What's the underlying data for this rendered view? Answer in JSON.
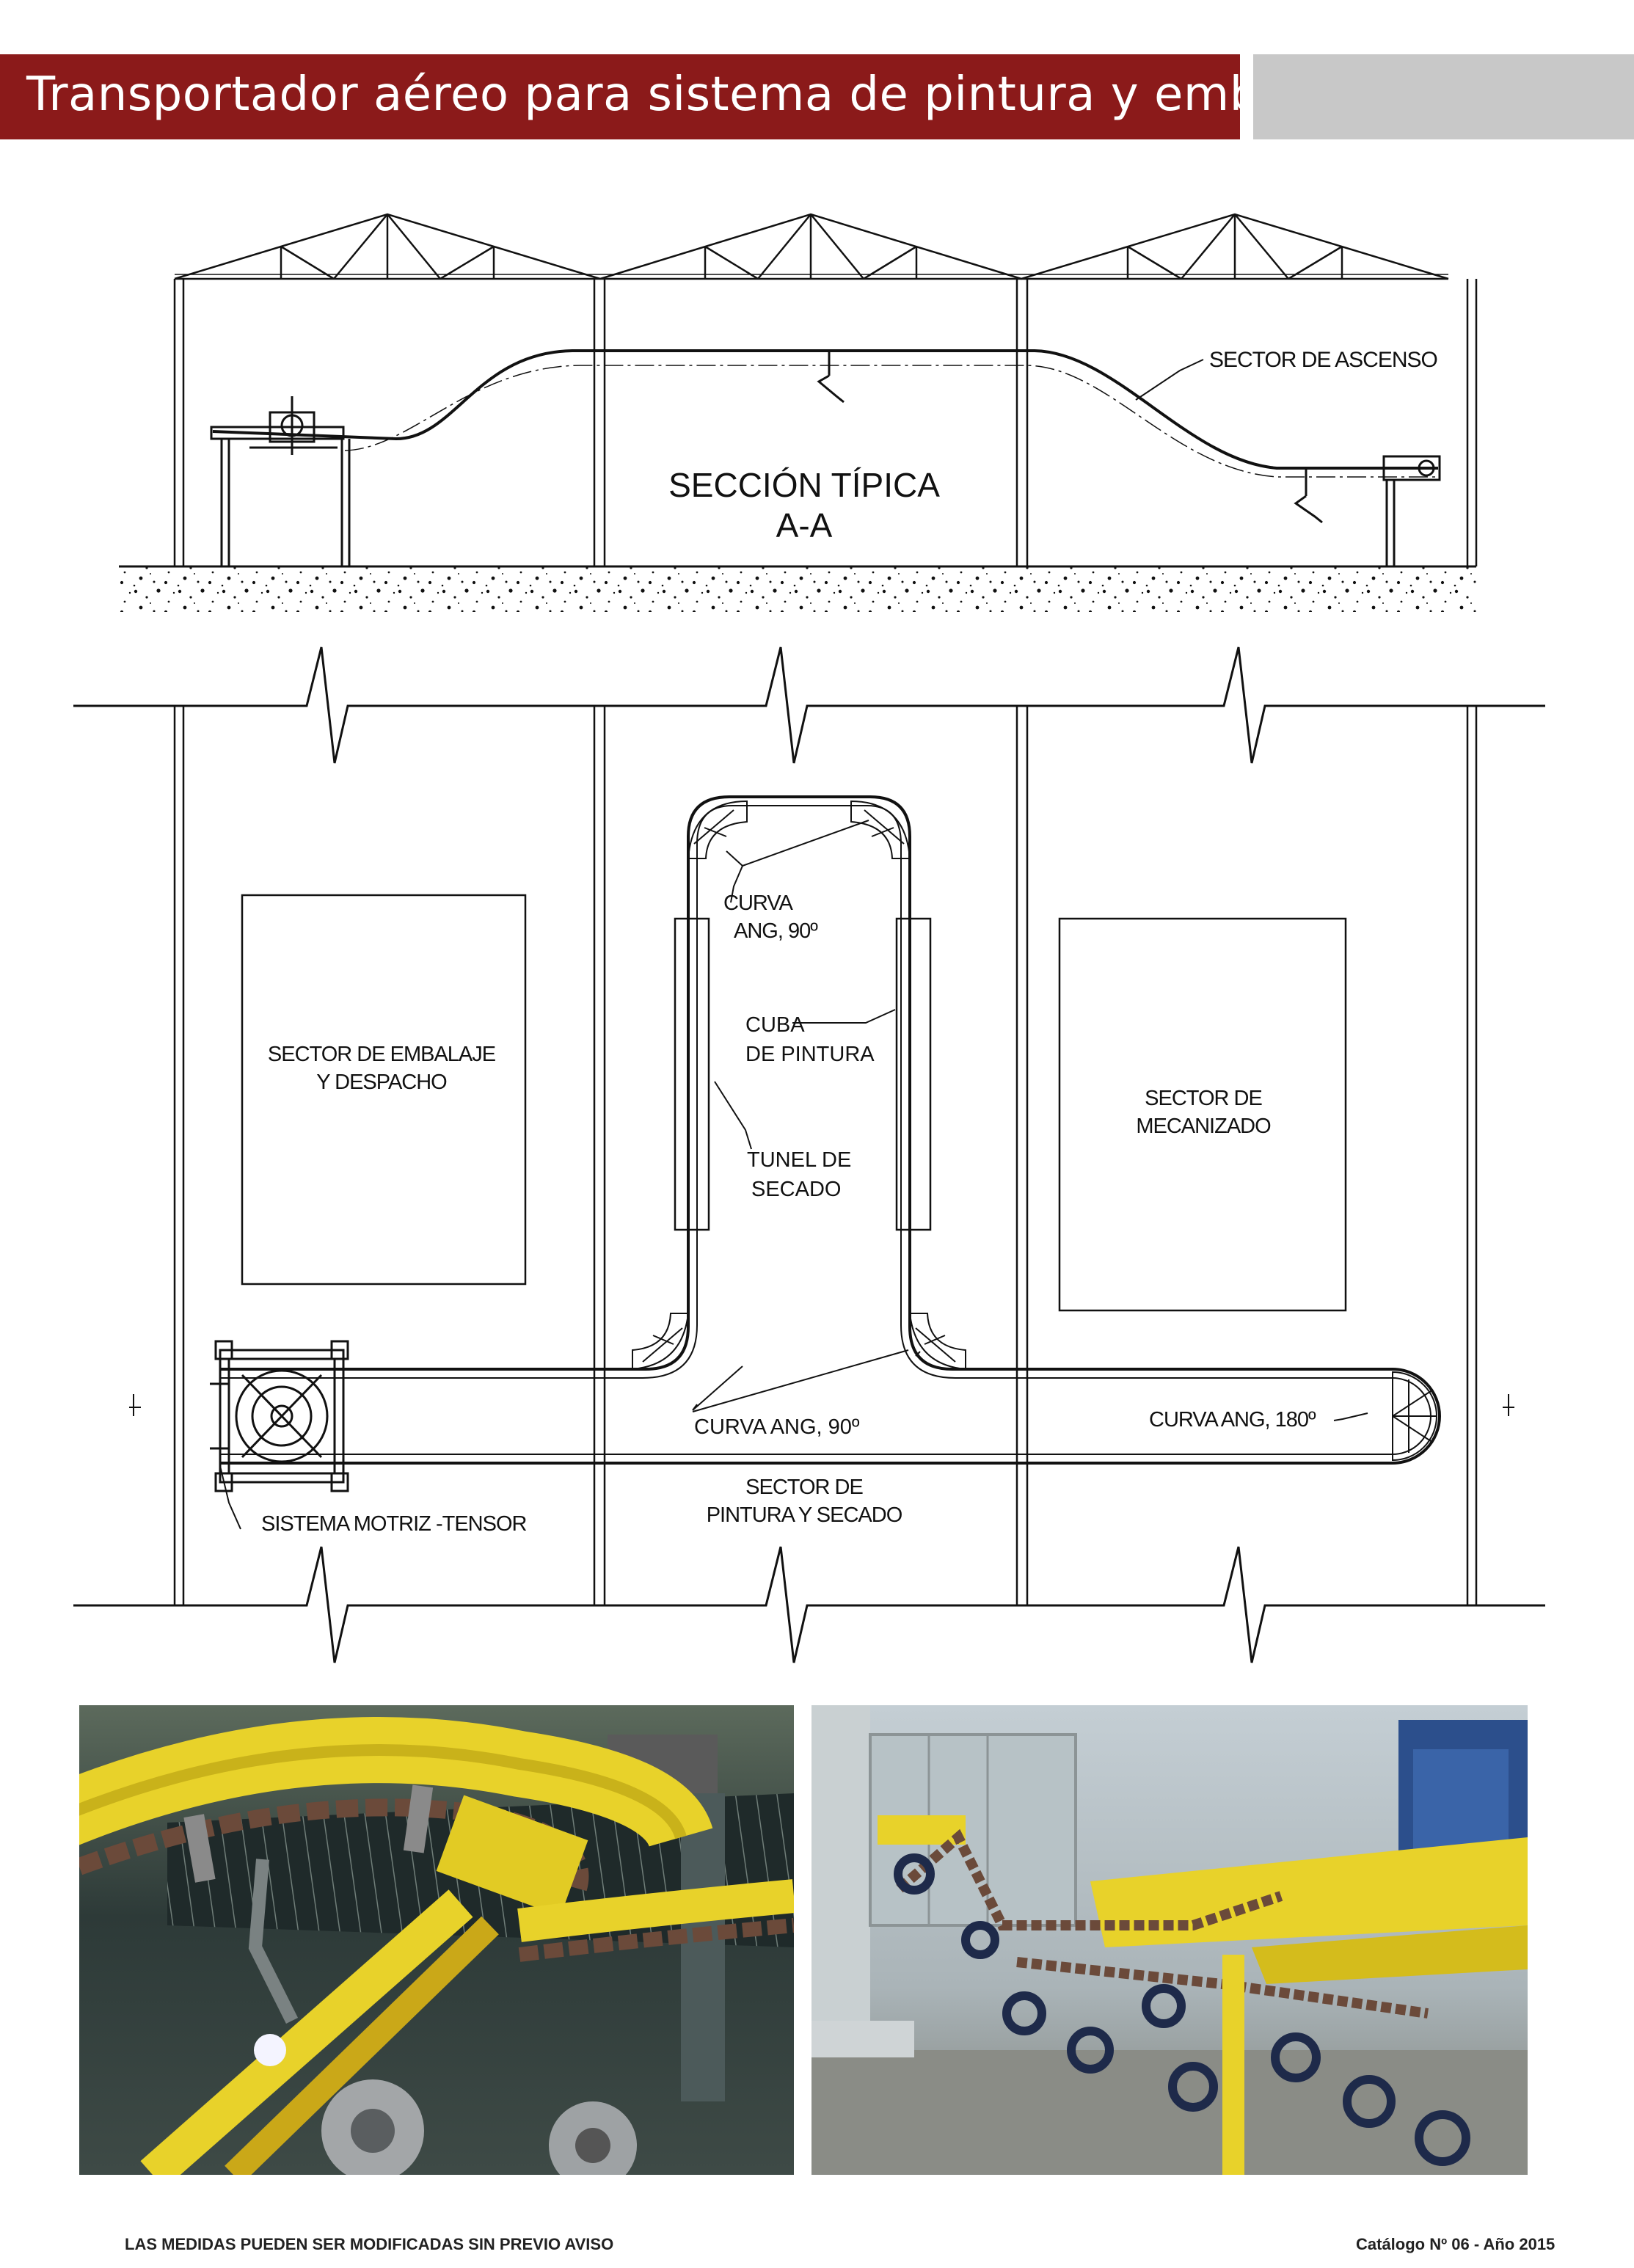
{
  "header": {
    "title": "Transportador aéreo para sistema de pintura y embalaje",
    "bar_color": "#8b1a1a",
    "side_color": "#c8c8c8"
  },
  "section_view": {
    "title_line1": "SECCIÓN TÍPICA",
    "title_line2": "A-A",
    "label_ascenso": "SECTOR DE ASCENSO"
  },
  "plan_view": {
    "embalaje_line1": "SECTOR DE EMBALAJE",
    "embalaje_line2": "Y DESPACHO",
    "mecanizado_line1": "SECTOR DE",
    "mecanizado_line2": "MECANIZADO",
    "curva_top_line1": "CURVA",
    "curva_top_line2": "ANG, 90º",
    "cuba_line1": "CUBA",
    "cuba_line2": "DE PINTURA",
    "tunel_line1": "TUNEL DE",
    "tunel_line2": "SECADO",
    "curva_bottom": "CURVA ANG, 90º",
    "curva_180": "CURVA ANG, 180º",
    "pintura_line1": "SECTOR DE",
    "pintura_line2": "PINTURA Y SECADO",
    "motriz": "SISTEMA MOTRIZ -TENSOR"
  },
  "photos": [
    {
      "name": "curve-chain-photo",
      "accent": "#e8d22a"
    },
    {
      "name": "paint-line-photo",
      "accent": "#e8d22a"
    }
  ],
  "footer": {
    "left": "LAS MEDIDAS PUEDEN SER MODIFICADAS SIN PREVIO AVISO",
    "right": "Catálogo Nº 06 - Año 2015"
  }
}
